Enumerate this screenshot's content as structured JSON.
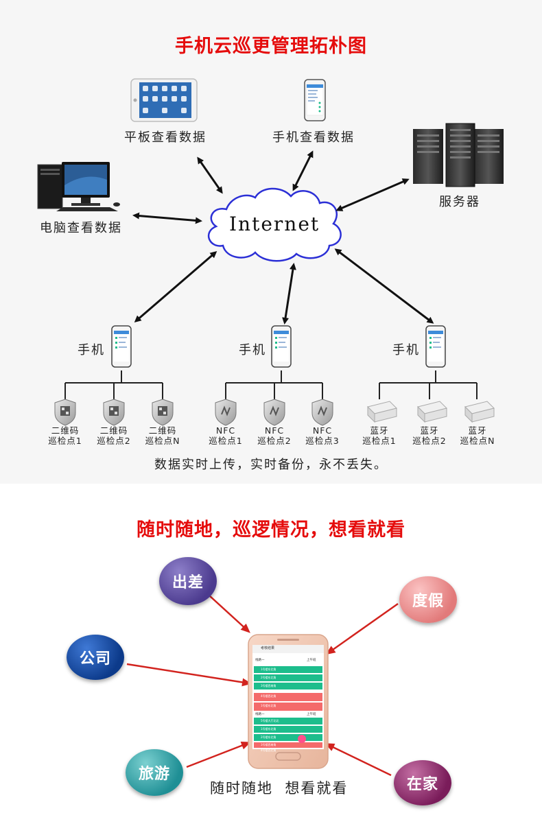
{
  "top": {
    "title": "手机云巡更管理拓朴图",
    "cloud_label": "Internet",
    "devices": {
      "tablet": "平板查看数据",
      "phone": "手机查看数据",
      "pc": "电脑查看数据",
      "server": "服务器"
    },
    "phones": [
      "手机",
      "手机",
      "手机"
    ],
    "checkpoints": [
      {
        "type": "二维码",
        "name": "巡检点1"
      },
      {
        "type": "二维码",
        "name": "巡检点2"
      },
      {
        "type": "二维码",
        "name": "巡检点N"
      },
      {
        "type": "NFC",
        "name": "巡检点1"
      },
      {
        "type": "NFC",
        "name": "巡检点2"
      },
      {
        "type": "NFC",
        "name": "巡检点3"
      },
      {
        "type": "蓝牙",
        "name": "巡检点1"
      },
      {
        "type": "蓝牙",
        "name": "巡检点2"
      },
      {
        "type": "蓝牙",
        "name": "巡检点N"
      }
    ],
    "footer": "数据实时上传，实时备份，永不丢失。"
  },
  "bottom": {
    "title": "随时随地，巡逻情况，想看就看",
    "bubbles": {
      "business_trip": "出差",
      "vacation": "度假",
      "company": "公司",
      "travel": "旅游",
      "home": "在家"
    },
    "caption": "随时随地  想看就看",
    "phone_screen": {
      "header": "考核结果",
      "group1": "线路一",
      "group1_tag": "上午班",
      "group2": "线路一",
      "group2_tag": "上午班",
      "rows": [
        "1号楼东北角",
        "2号楼东北角",
        "3号楼西南角",
        "4号楼西北角",
        "1号楼东北角",
        "5号楼大厅北北",
        "1号楼东北角",
        "2号楼东北角",
        "3号楼西南角",
        "4号楼西北角"
      ]
    }
  },
  "colors": {
    "title_red": "#e50c0c",
    "arrow_black": "#111111",
    "arrow_red": "#d2231e",
    "row_green": "#1dbd8c",
    "row_red": "#f46a6a"
  }
}
